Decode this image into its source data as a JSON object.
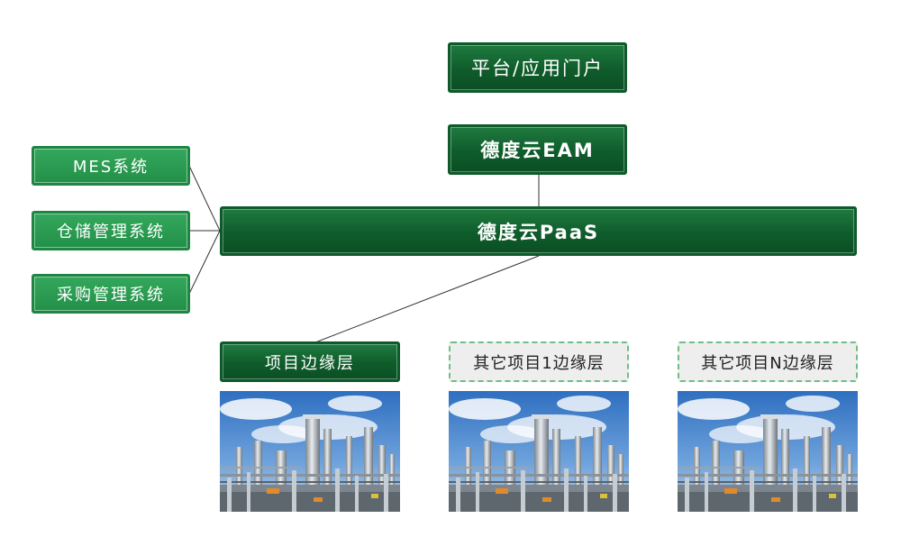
{
  "diagram": {
    "portal_label": "平台/应用门户",
    "eam_label": "德度云EAM",
    "paas_label": "德度云PaaS",
    "left_systems": [
      "MES系统",
      "仓储管理系统",
      "采购管理系统"
    ],
    "edge_layers": [
      "项目边缘层",
      "其它项目1边缘层",
      "其它项目N边缘层"
    ]
  },
  "colors": {
    "dark_green": "#0f5c2b",
    "light_green": "#229048",
    "dashed_border": "#6fbf85",
    "connector": "#333333"
  },
  "icons": [
    "refinery-photo"
  ]
}
